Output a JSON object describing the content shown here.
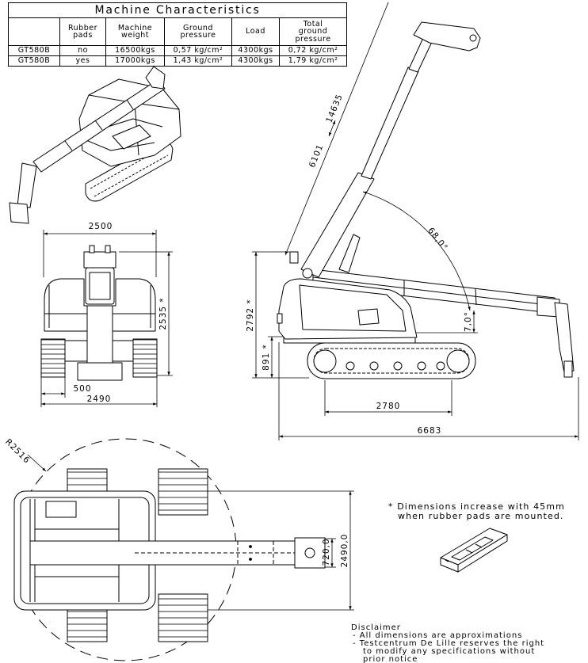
{
  "table": {
    "title": "Machine Characteristics",
    "headers": [
      "",
      "Rubber\npads",
      "Machine\nweight",
      "Ground\npressure",
      "Load",
      "Total\nground\npressure"
    ],
    "rows": [
      [
        "GT580B",
        "no",
        "16500kgs",
        "0,57 kg/cm²",
        "4300kgs",
        "0,72 kg/cm²"
      ],
      [
        "GT580B",
        "yes",
        "17000kgs",
        "1,43 kg/cm²",
        "4300kgs",
        "1,79 kg/cm²"
      ]
    ]
  },
  "front_view": {
    "width_top": "2500",
    "height": "2535 *",
    "track_width": "500",
    "width_bottom": "2490"
  },
  "side_view": {
    "boom_min": "6101",
    "boom_max": "14635",
    "boom_angle": "68,0°",
    "jib_angle": "7,0°",
    "height": "2792 *",
    "track_height": "891 *",
    "track_length": "2780",
    "total_length": "6683"
  },
  "top_view": {
    "swing_radius": "R2516",
    "boom_width": "720,0",
    "overall_width": "2490,0"
  },
  "note": {
    "line1": "* Dimensions increase with 45mm",
    "line2": "when rubber pads are mounted."
  },
  "disclaimer": {
    "title": "Disclaimer",
    "lines": [
      "- All dimensions are approximations",
      "- Testcentrum De Lille reserves the right",
      "to modify any specifications without",
      "prior notice"
    ]
  }
}
